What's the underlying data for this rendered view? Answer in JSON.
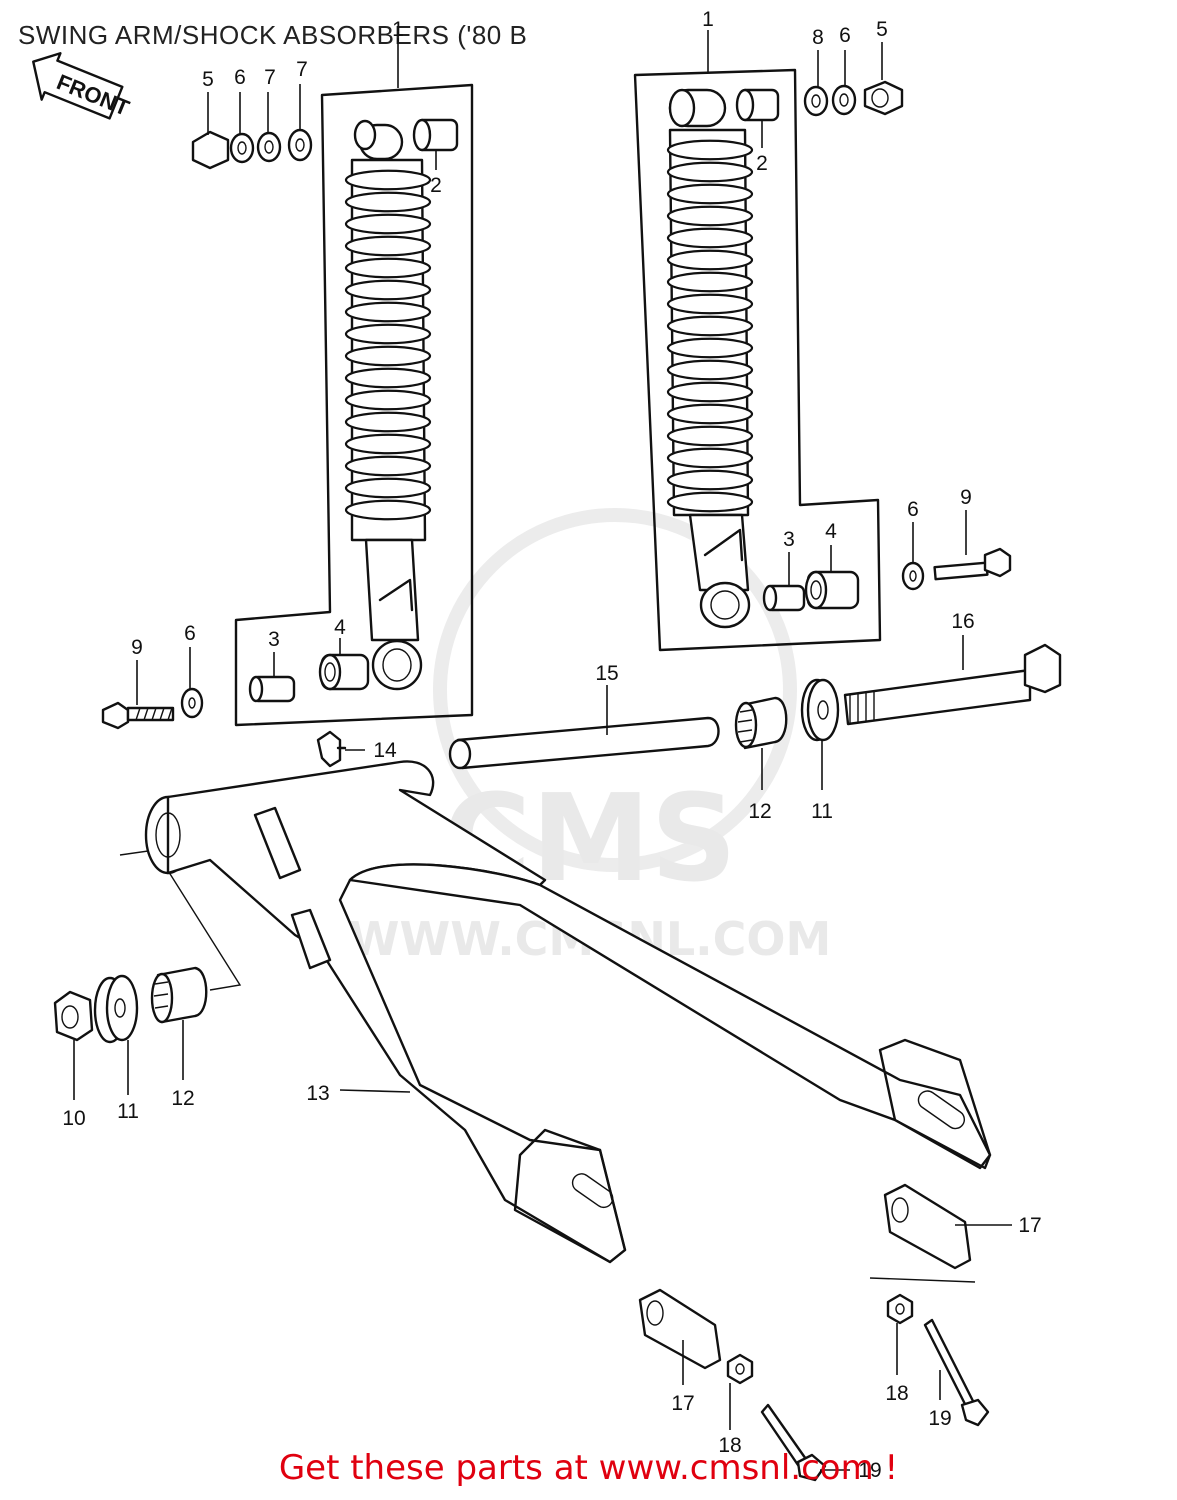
{
  "title": "SWING ARM/SHOCK ABSORBERS ('80 B",
  "footer": "Get these parts at www.cmsnl.com !",
  "front_label": "FRONT",
  "watermark": {
    "brand": "CMS",
    "url": "WWW.CMSNL.COM"
  },
  "colors": {
    "footer": "#e0000f",
    "line": "#111111",
    "watermark": "#e9e9e9"
  },
  "callouts": {
    "left_shock": {
      "shock": "1",
      "bush_top": "2",
      "collar": "3",
      "bush_bottom": "4",
      "cap_nut": "5",
      "washer": "6",
      "washer_a": "7",
      "washer_b": "7",
      "bolt": "9",
      "bolt_washer": "6"
    },
    "right_shock": {
      "shock": "1",
      "bush_top": "2",
      "collar": "3",
      "bush_bottom": "4",
      "cap_nut": "5",
      "washer": "6",
      "washer_b": "8",
      "bolt": "9",
      "bolt_washer": "6"
    },
    "pivot": {
      "grease_nipple": "14",
      "sleeve": "15",
      "shaft": "16",
      "bearing_right": "12",
      "cap_right": "11",
      "nut": "10",
      "cap_left": "11",
      "bearing_left": "12"
    },
    "swing_arm": "13",
    "chain_adjusters": {
      "adjuster_right": "17",
      "adjuster_left": "17",
      "nut_right": "18",
      "nut_left": "18",
      "bolt_right": "19",
      "bolt_left": "19"
    }
  }
}
